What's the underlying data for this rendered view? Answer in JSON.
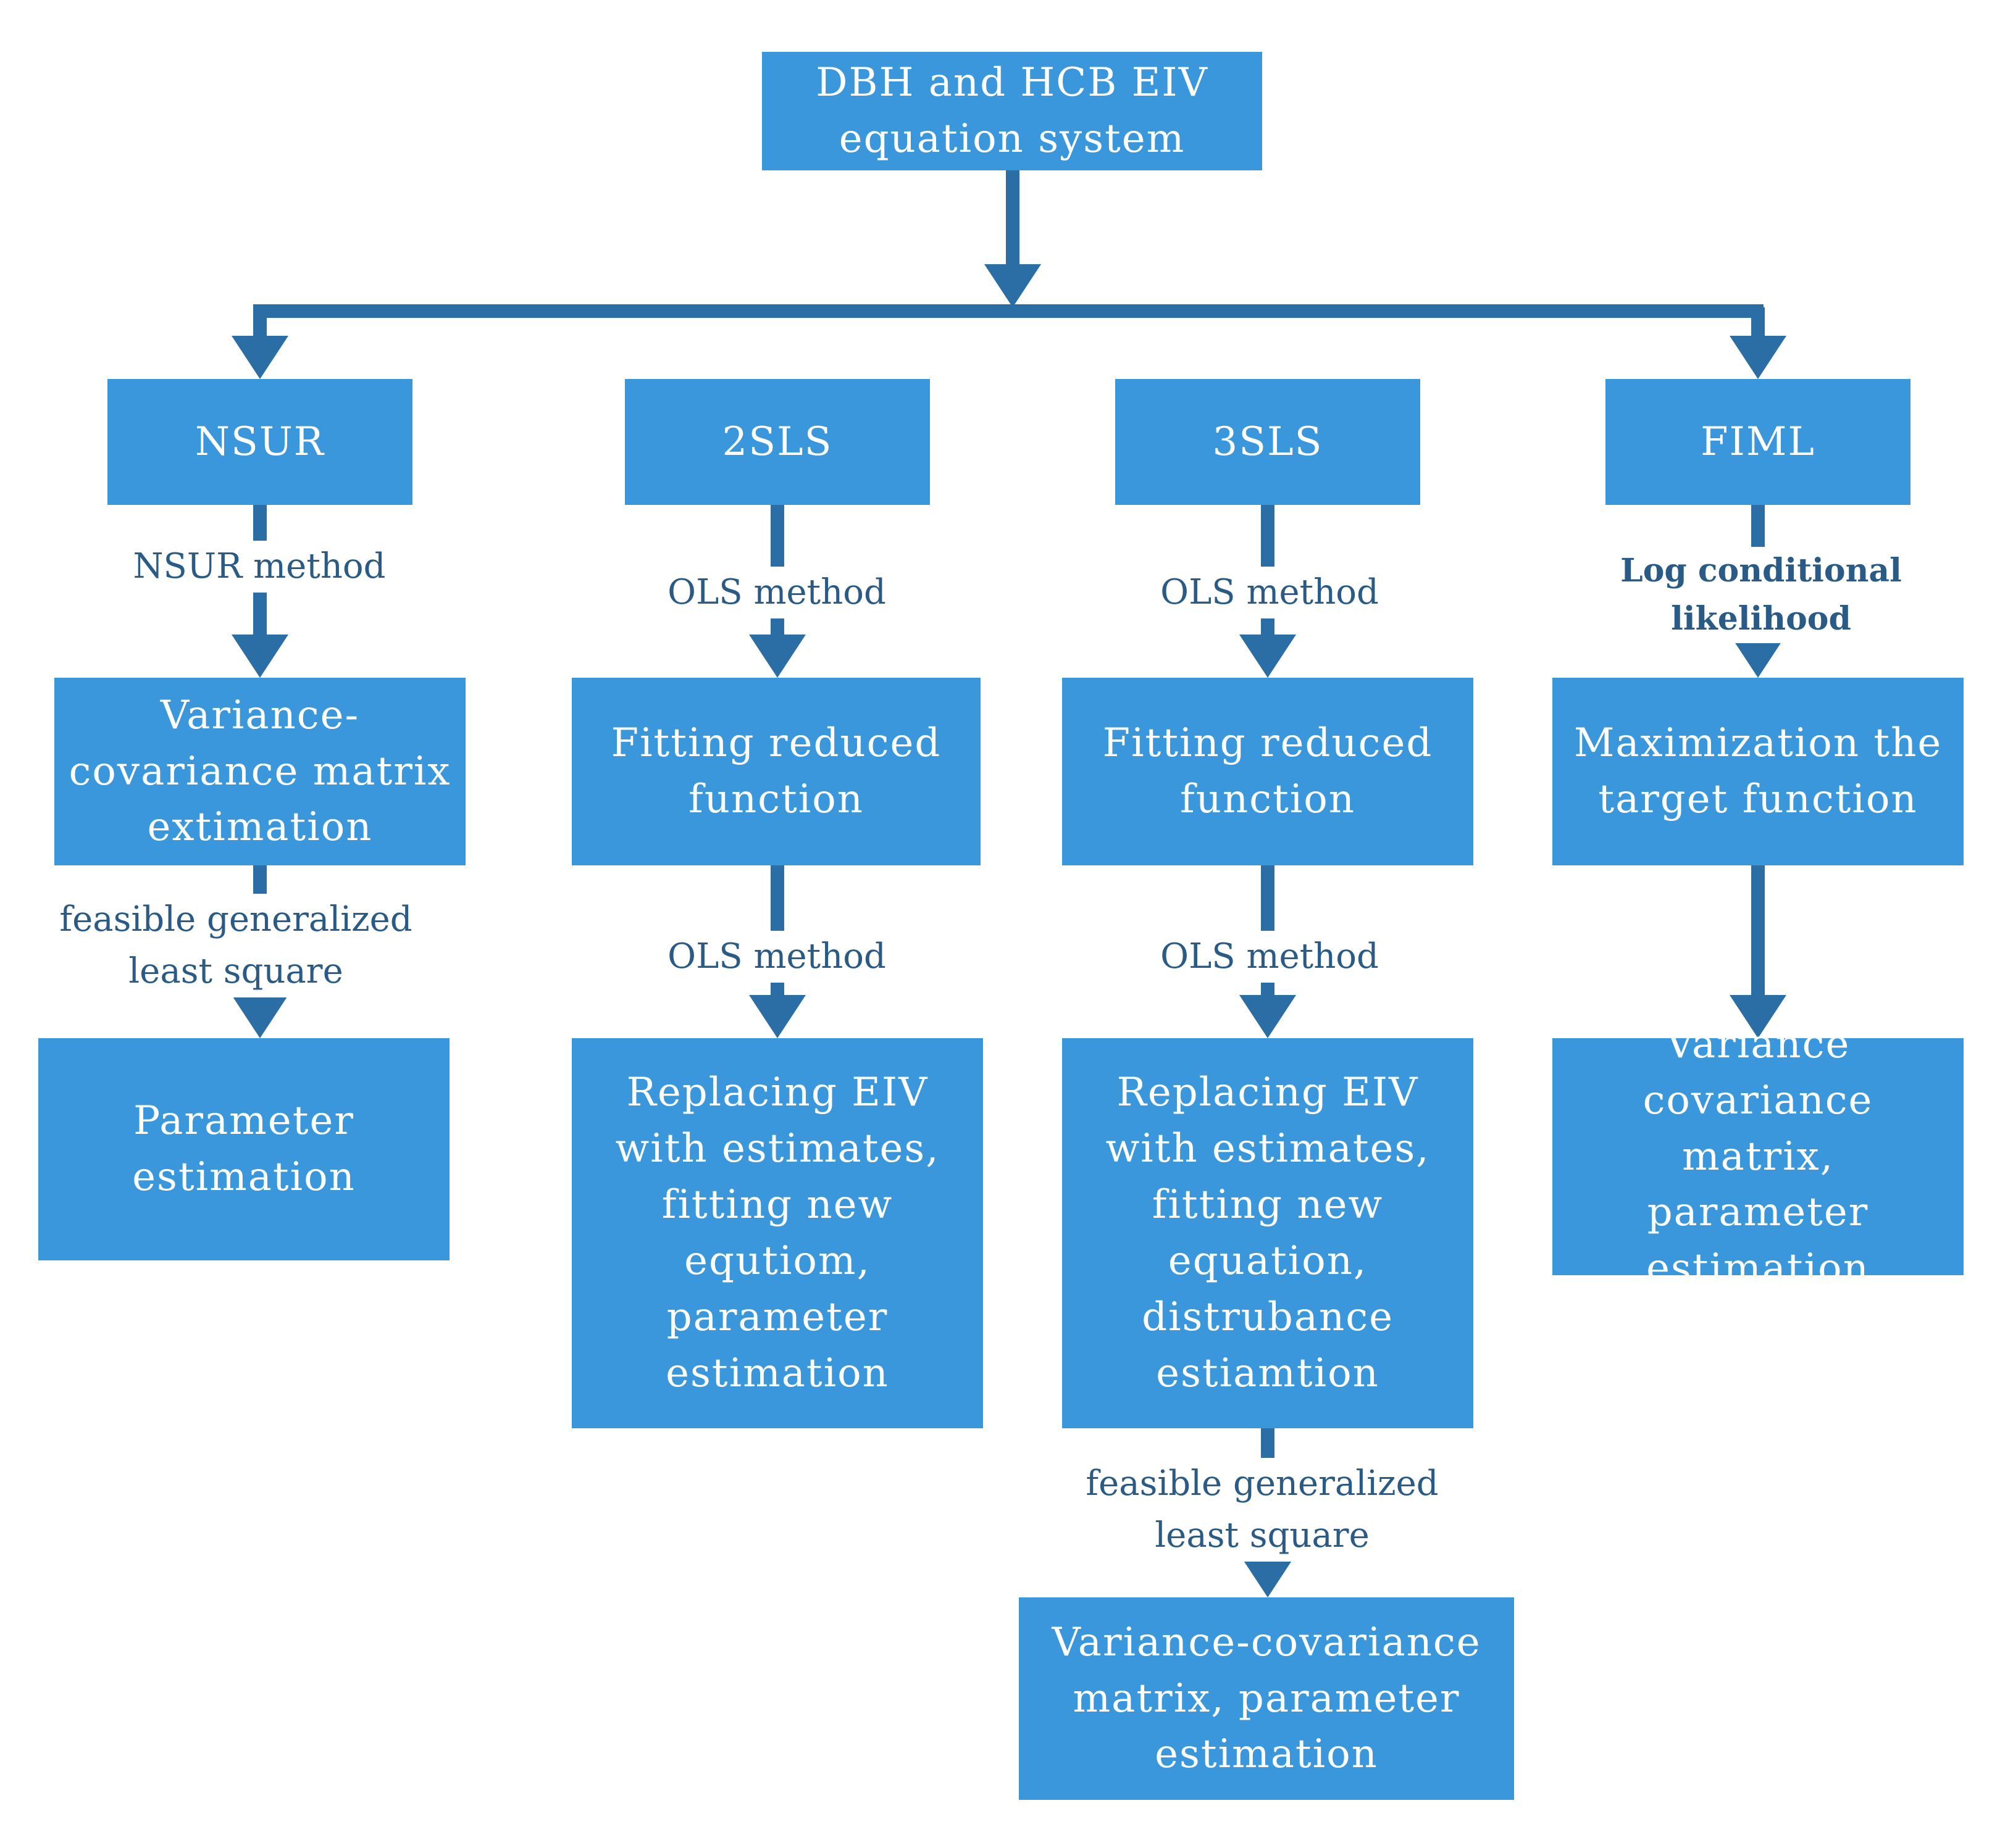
{
  "colors": {
    "box": "#3a97db",
    "line": "#2a6ea5",
    "box_text": "#ffffff",
    "label_text": "#2a5a86"
  },
  "nodes": {
    "root": "DBH and HCB EIV\nequation system",
    "nsur": "NSUR",
    "tsls2": "2SLS",
    "tsls3": "3SLS",
    "fiml": "FIML",
    "nsur_step1": "Variance-\ncovariance matrix\nextimation",
    "nsur_step2": "Parameter\nestimation",
    "sls2_step1": "Fitting reduced\nfunction",
    "sls2_step2": "Replacing EIV\nwith estimates,\nfitting new\nequtiom,\nparameter\nestimation",
    "sls3_step1": "Fitting reduced\nfunction",
    "sls3_step2": "Replacing EIV\nwith estimates,\nfitting new\nequation,\ndistrubance\nestiamtion",
    "sls3_step3": "Variance-covariance\nmatrix, parameter\nestimation",
    "fiml_step1": "Maximization the\ntarget function",
    "fiml_step2": "Variance\ncovariance\nmatrix, parameter\nestimation"
  },
  "edge_labels": {
    "nsur_method": "NSUR method",
    "fgls_1": "feasible generalized\nleast square",
    "ols_2sls_1": "OLS method",
    "ols_2sls_2": "OLS method",
    "ols_3sls_1": "OLS method",
    "ols_3sls_2": "OLS method",
    "fgls_2": "feasible generalized\nleast square",
    "log_likelihood": "Log conditional\nlikelihood"
  }
}
